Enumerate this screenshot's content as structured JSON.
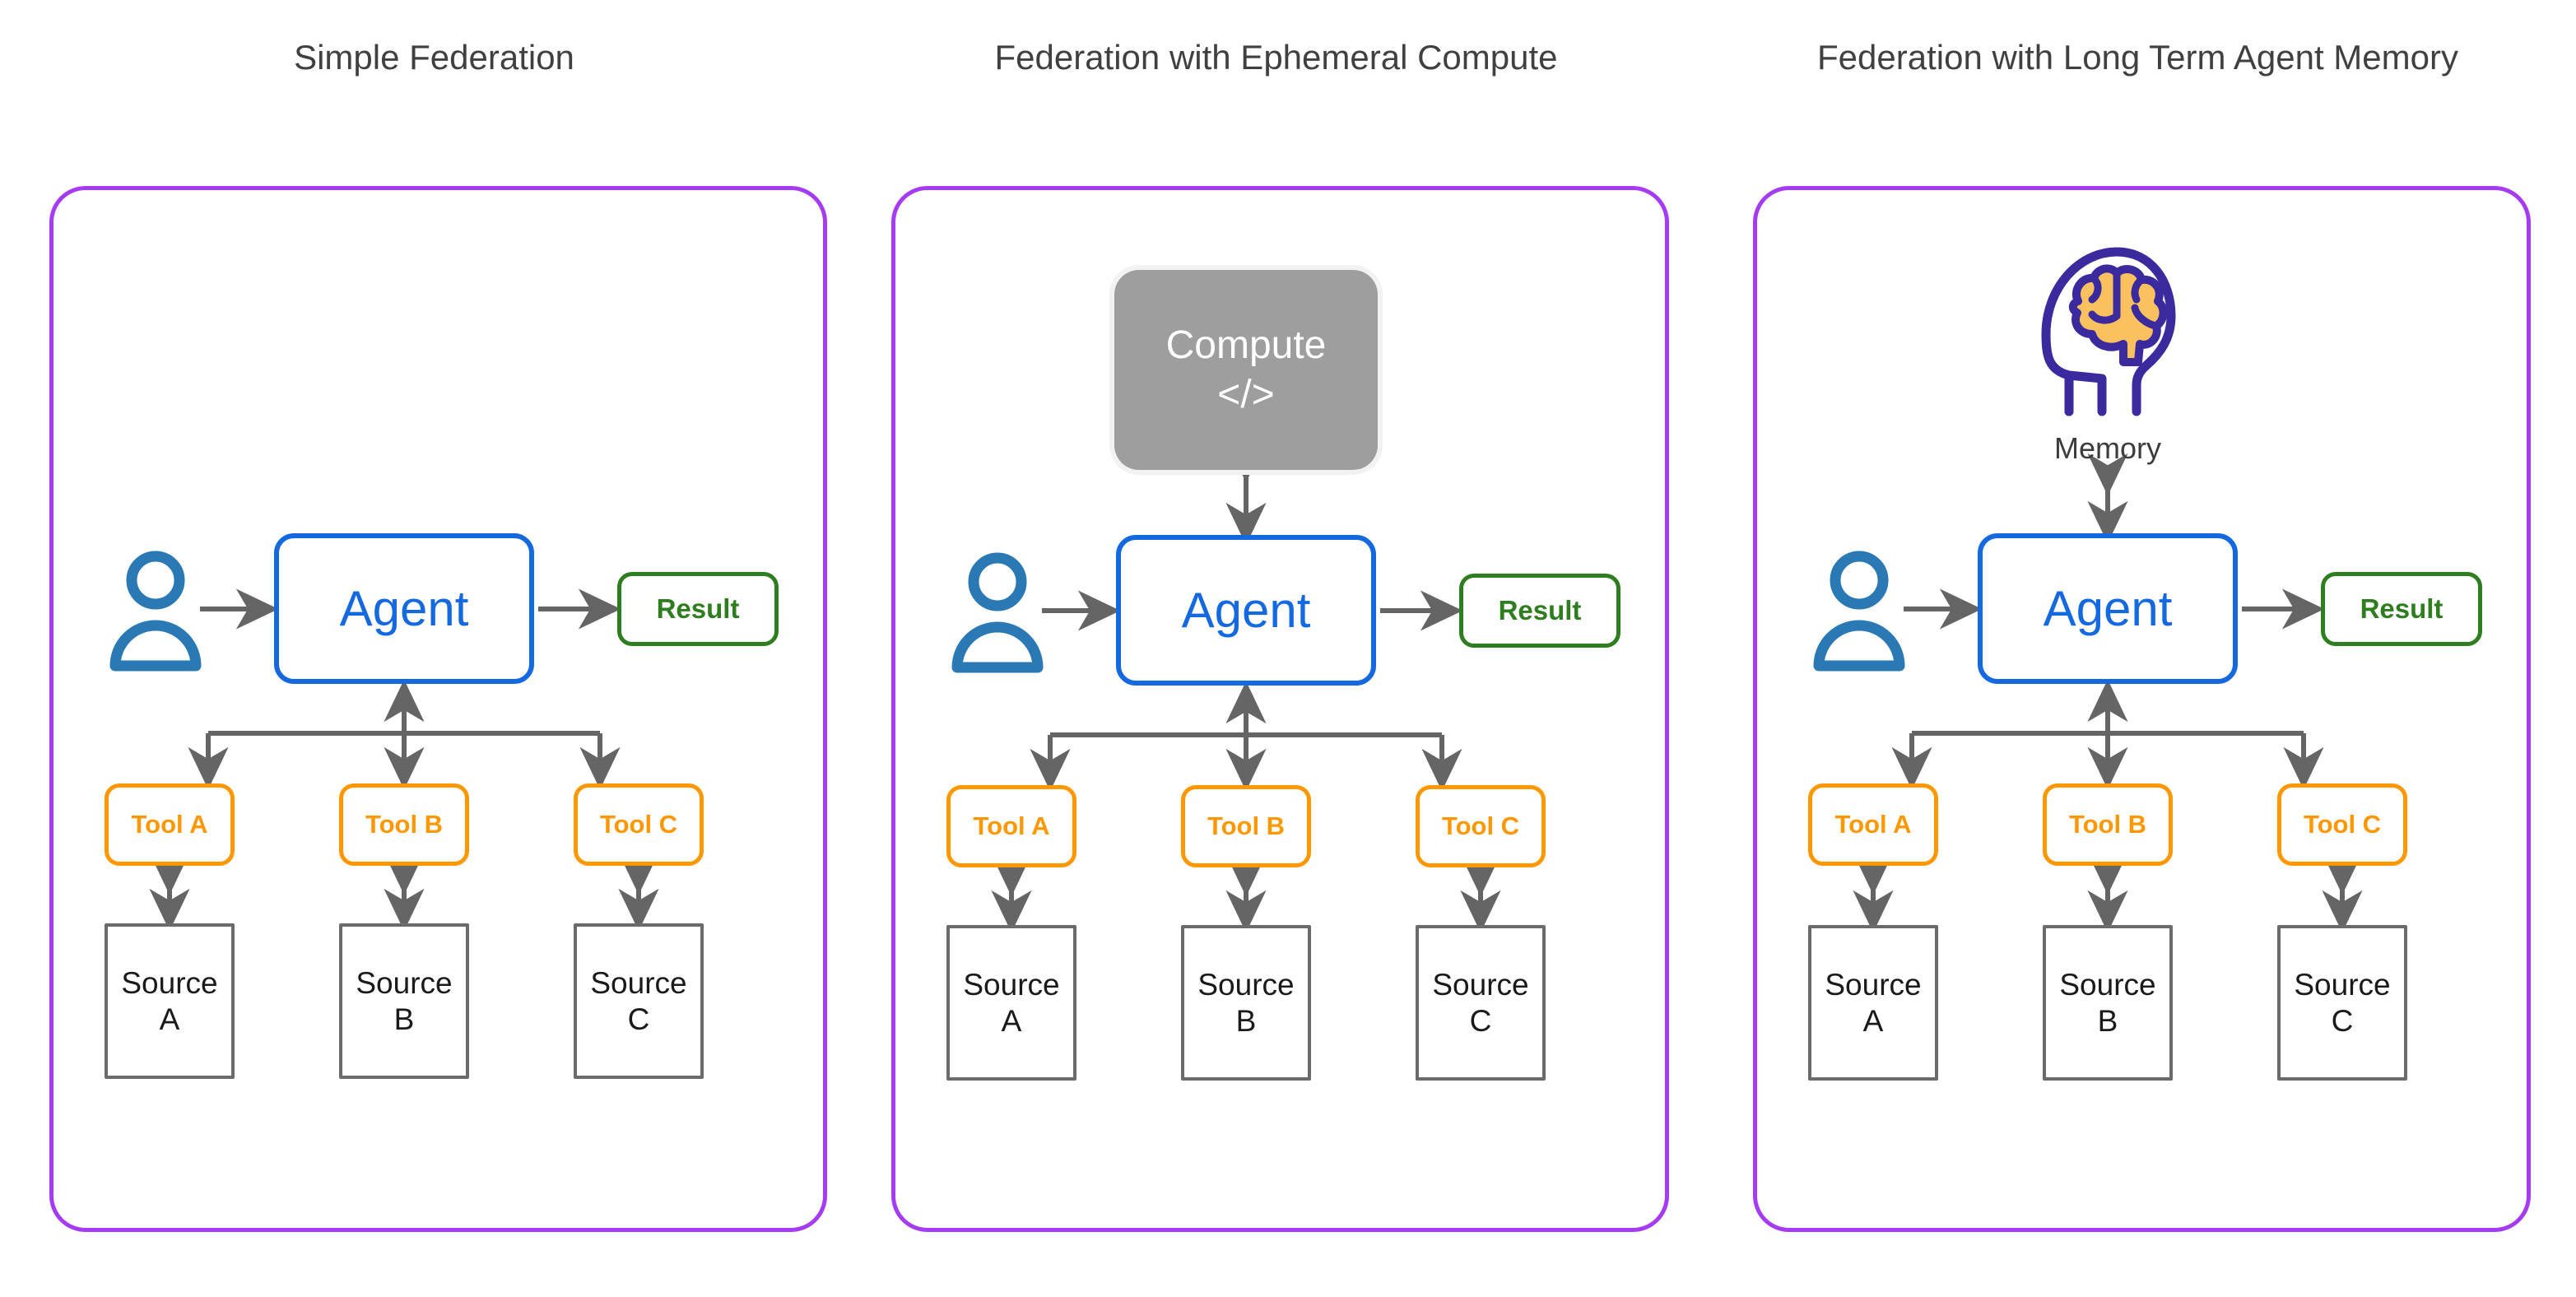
{
  "colors": {
    "panel_border": "#a63bf5",
    "agent": "#1569e0",
    "result": "#2e7d1e",
    "tool": "#ff9800",
    "source": "#6b6b6b",
    "compute": "#9e9e9e",
    "arrow": "#656565",
    "user_icon": "#2a79b5",
    "head_outline": "#3b2a9e",
    "brain_fill": "#fac15e",
    "title_text": "#404040"
  },
  "panels": [
    {
      "id": "simple-federation",
      "title": "Simple Federation",
      "user_icon": "user-icon",
      "agent": "Agent",
      "result": "Result",
      "tools": [
        "Tool A",
        "Tool B",
        "Tool C"
      ],
      "sources": [
        {
          "line1": "Source",
          "line2": "A"
        },
        {
          "line1": "Source",
          "line2": "B"
        },
        {
          "line1": "Source",
          "line2": "C"
        }
      ],
      "compute": null,
      "memory": null
    },
    {
      "id": "federation-ephemeral-compute",
      "title": "Federation with Ephemeral Compute",
      "user_icon": "user-icon",
      "agent": "Agent",
      "result": "Result",
      "tools": [
        "Tool A",
        "Tool B",
        "Tool C"
      ],
      "sources": [
        {
          "line1": "Source",
          "line2": "A"
        },
        {
          "line1": "Source",
          "line2": "B"
        },
        {
          "line1": "Source",
          "line2": "C"
        }
      ],
      "compute": {
        "line1": "Compute",
        "line2": "</>",
        "icon": "code-icon"
      },
      "memory": null
    },
    {
      "id": "federation-long-term-agent-memory",
      "title": "Federation with Long Term Agent Memory",
      "user_icon": "user-icon",
      "agent": "Agent",
      "result": "Result",
      "tools": [
        "Tool A",
        "Tool B",
        "Tool C"
      ],
      "sources": [
        {
          "line1": "Source",
          "line2": "A"
        },
        {
          "line1": "Source",
          "line2": "B"
        },
        {
          "line1": "Source",
          "line2": "C"
        }
      ],
      "compute": null,
      "memory": {
        "label": "Memory",
        "icon": "brain-head-icon"
      }
    }
  ]
}
